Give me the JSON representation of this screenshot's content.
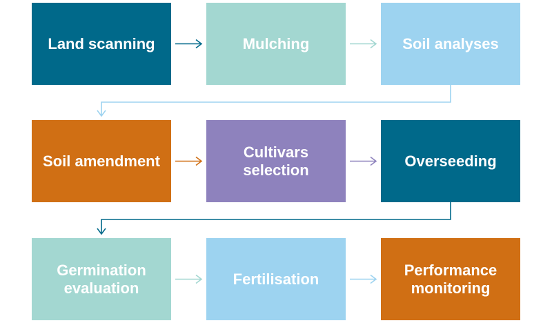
{
  "colors": {
    "teal": "#00698a",
    "mint": "#a3d7d1",
    "sky": "#9dd3f0",
    "orange": "#d06f14",
    "purple": "#8e82bd"
  },
  "steps": [
    {
      "label": "Land scanning",
      "color": "#00698a"
    },
    {
      "label": "Mulching",
      "color": "#a3d7d1"
    },
    {
      "label": "Soil analyses",
      "color": "#9dd3f0"
    },
    {
      "label": "Soil amendment",
      "color": "#d06f14"
    },
    {
      "label": "Cultivars selection",
      "color": "#8e82bd"
    },
    {
      "label": "Overseeding",
      "color": "#00698a"
    },
    {
      "label": "Germination evaluation",
      "color": "#a3d7d1"
    },
    {
      "label": "Fertilisation",
      "color": "#9dd3f0"
    },
    {
      "label": "Performance monitoring",
      "color": "#d06f14"
    }
  ]
}
